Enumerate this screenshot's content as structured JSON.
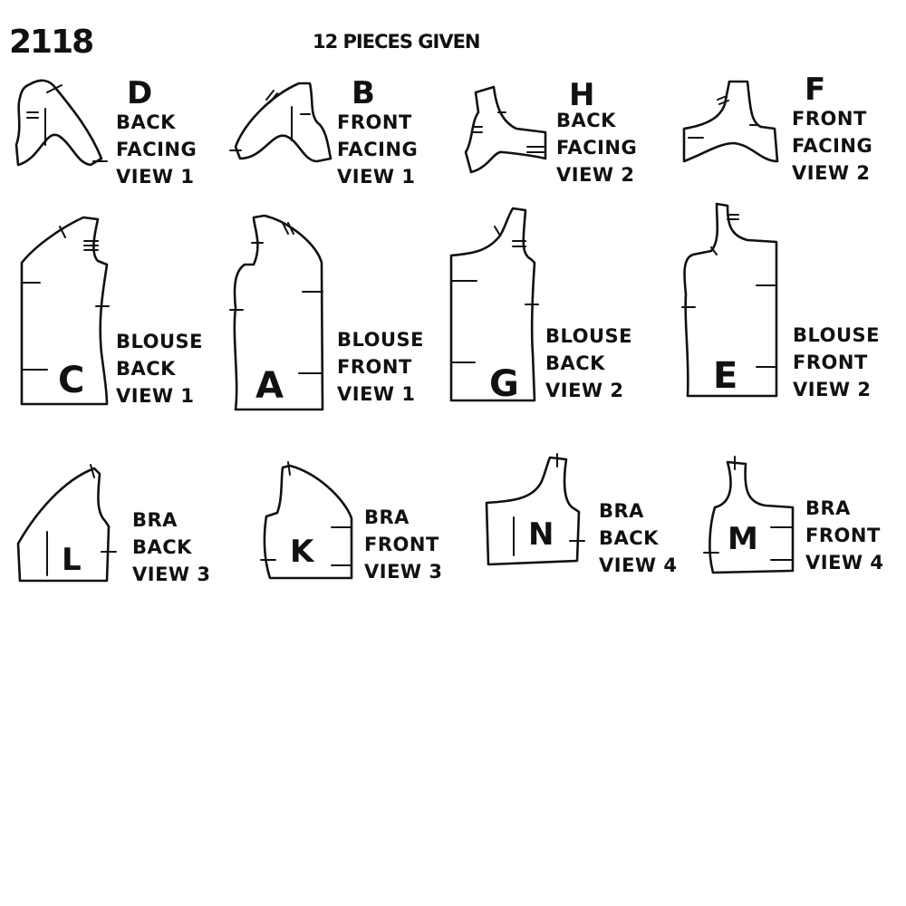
{
  "header": {
    "pattern_number": "2118",
    "pieces_given": "12 PIECES GIVEN"
  },
  "pieces": [
    {
      "letter": "D",
      "lines": [
        "BACK",
        "FACING",
        "VIEW 1"
      ]
    },
    {
      "letter": "B",
      "lines": [
        "FRONT",
        "FACING",
        "VIEW 1"
      ]
    },
    {
      "letter": "H",
      "lines": [
        "BACK",
        "FACING",
        "VIEW 2"
      ]
    },
    {
      "letter": "F",
      "lines": [
        "FRONT",
        "FACING",
        "VIEW 2"
      ]
    },
    {
      "letter": "C",
      "lines": [
        "BLOUSE",
        "BACK",
        "VIEW 1"
      ]
    },
    {
      "letter": "A",
      "lines": [
        "BLOUSE",
        "FRONT",
        "VIEW 1"
      ]
    },
    {
      "letter": "G",
      "lines": [
        "BLOUSE",
        "BACK",
        "VIEW 2"
      ]
    },
    {
      "letter": "E",
      "lines": [
        "BLOUSE",
        "FRONT",
        "VIEW 2"
      ]
    },
    {
      "letter": "L",
      "lines": [
        "BRA",
        "BACK",
        "VIEW 3"
      ]
    },
    {
      "letter": "K",
      "lines": [
        "BRA",
        "FRONT",
        "VIEW 3"
      ]
    },
    {
      "letter": "N",
      "lines": [
        "BRA",
        "BACK",
        "VIEW 4"
      ]
    },
    {
      "letter": "M",
      "lines": [
        "BRA",
        "FRONT",
        "VIEW 4"
      ]
    }
  ]
}
